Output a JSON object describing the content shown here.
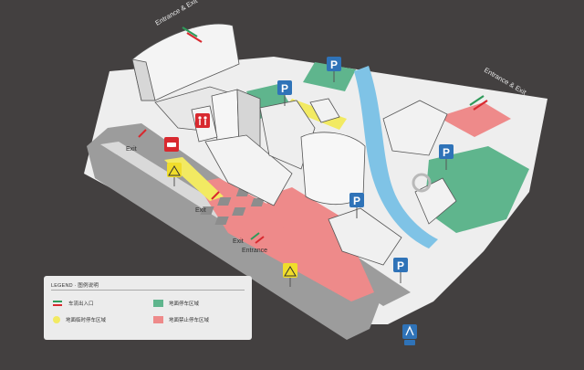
{
  "labels": {
    "entrance_exit_top": "Entrance & Exit",
    "entrance_exit_right": "Entrance & Exit",
    "exit_1": "Exit",
    "exit_2": "Exit",
    "exit_3": "Exit",
    "entrance": "Entrance"
  },
  "signs": {
    "parking_letter": "P"
  },
  "legend": {
    "title": "LEGEND · 图例说明",
    "items": [
      {
        "label": "车流出入口"
      },
      {
        "label": "地面停车区域"
      },
      {
        "label": "地面临时停车区域"
      },
      {
        "label": "地面禁止停车区域"
      }
    ]
  },
  "colors": {
    "background": "#434040",
    "ground": "#eeeeee",
    "road": "#9c9c9c",
    "parking_green": "#5fb58d",
    "temp_yellow": "#f2ea62",
    "no_parking_red": "#ee8a8a",
    "water_blue": "#7fc3e6",
    "sign_blue": "#2f73b8",
    "sign_red": "#d8292f"
  }
}
